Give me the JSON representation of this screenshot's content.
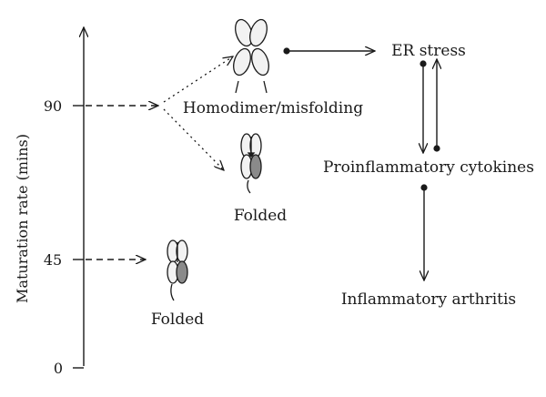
{
  "axis": {
    "label": "Maturation rate (mins)",
    "ticks": [
      "90",
      "45",
      "0"
    ]
  },
  "molecules": {
    "homodimer_label": "Homodimer/misfolding",
    "folded_upper_label": "Folded",
    "folded_lower_label": "Folded"
  },
  "pathway": {
    "er_stress": "ER stress",
    "cytokines": "Proinflammatory cytokines",
    "arthritis": "Inflammatory arthritis"
  }
}
